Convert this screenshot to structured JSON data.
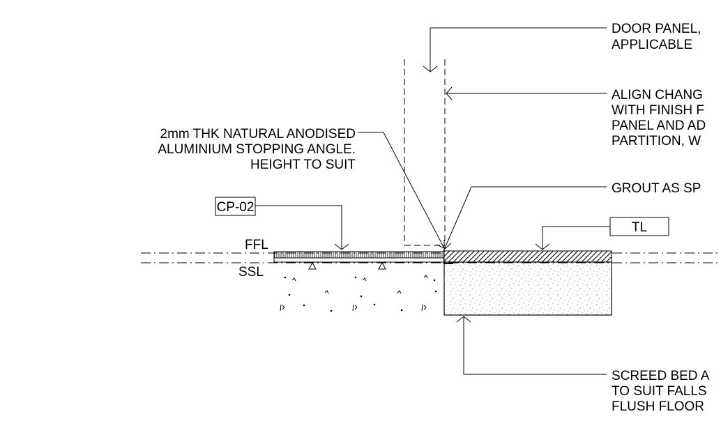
{
  "labels": {
    "door_panel": [
      "DOOR PANEL,",
      "APPLICABLE"
    ],
    "align_change": [
      "ALIGN CHANG",
      "WITH FINISH F",
      "PANEL AND AD",
      "PARTITION, W"
    ],
    "stopping_angle": [
      "2mm THK NATURAL ANODISED",
      "ALUMINIUM STOPPING ANGLE.",
      "HEIGHT TO SUIT"
    ],
    "grout": "GROUT AS SP",
    "screed_bed": [
      "SCREED BED A",
      "TO SUIT FALLS",
      "FLUSH FLOOR"
    ],
    "ffl": "FFL",
    "ssl": "SSL",
    "tag_cp": "CP-02",
    "tag_tl": "TL"
  },
  "colors": {
    "line": "#000000",
    "background": "#ffffff"
  }
}
